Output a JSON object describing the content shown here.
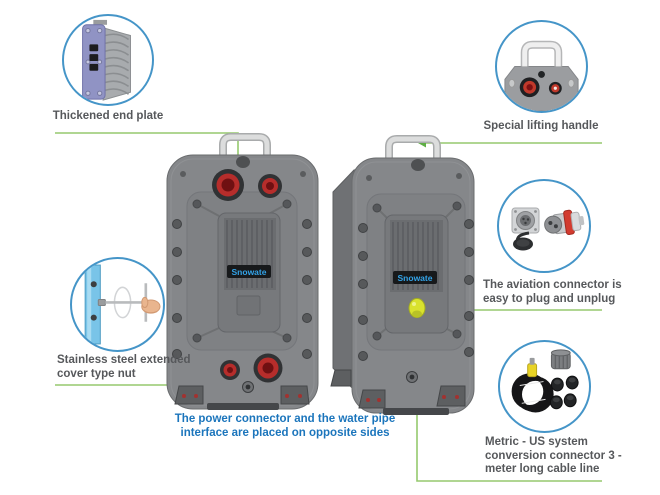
{
  "brand": "Snowate",
  "callouts": {
    "end_plate": {
      "label": "Thickened end plate"
    },
    "lifting_handle": {
      "label": "Special lifting handle"
    },
    "aviation": {
      "lines": [
        "The aviation connector is",
        "easy to plug and unplug"
      ]
    },
    "cable": {
      "lines": [
        "Metric - US system",
        "conversion connector 3 -",
        "meter long cable line"
      ]
    },
    "nut": {
      "lines": [
        "Stainless steel extended",
        "cover type nut"
      ]
    }
  },
  "note": {
    "lines": [
      "The power connector and the water pipe",
      "interface are placed on opposite sides"
    ]
  },
  "colors": {
    "leader_green": "#95c96e",
    "arrow_green": "#5fae45",
    "circle_border_blue": "#4595c8",
    "label_gray": "#56585b",
    "note_blue": "#1b75bc",
    "device_body_gray": "#85878a",
    "port_red": "#b62d2b",
    "connector_yellow": "#d9e22e",
    "logo_blue": "#33a3e8"
  }
}
